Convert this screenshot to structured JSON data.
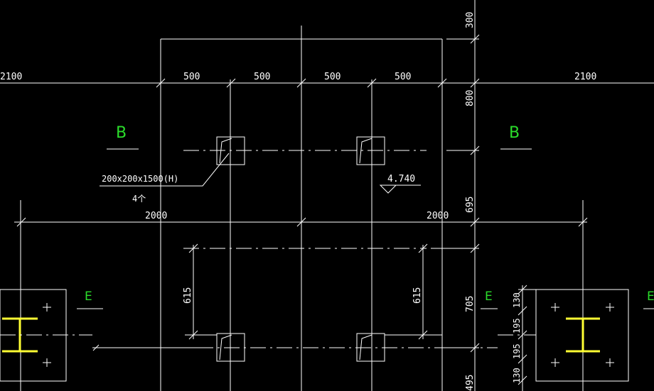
{
  "colors": {
    "background": "#000000",
    "lines": "#ffffff",
    "section_labels": "#2bdc2b",
    "steel_beam": "#ffff33"
  },
  "dimensions": {
    "left_top": "2100",
    "right_top": "2100",
    "col_spacings": [
      "500",
      "500",
      "500",
      "500"
    ],
    "v_top": "300",
    "v_800": "800",
    "v_695": "695",
    "v_705": "705",
    "v_bottom": "495",
    "left_2000": "2000",
    "right_2000": "2000",
    "left_615": "615",
    "right_615": "615",
    "plate_dims": [
      "130",
      "195",
      "195",
      "130"
    ]
  },
  "section_marks": {
    "b_left": "B",
    "b_right": "B",
    "e_left": "E",
    "e_center": "E",
    "e_right": "E"
  },
  "annotations": {
    "anchor_spec": "200x200x1500(H)",
    "anchor_note": "4个",
    "elevation": "4.740"
  }
}
